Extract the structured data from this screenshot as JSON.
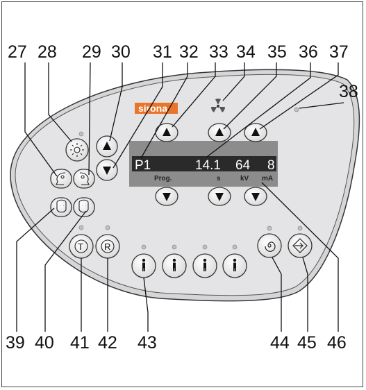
{
  "brand": {
    "logo_text": "sirona",
    "color": "#e8752a"
  },
  "display": {
    "values": {
      "program": "P1",
      "time": "14.1",
      "kv": "64",
      "ma": "8"
    },
    "units": {
      "program": "Prog.",
      "time": "s",
      "kv": "kV",
      "ma": "mA"
    }
  },
  "callouts": {
    "top": [
      "27",
      "28",
      "29",
      "30",
      "31",
      "32",
      "33",
      "34",
      "35",
      "36",
      "37"
    ],
    "right": "38",
    "bottom": [
      "39",
      "40",
      "41",
      "42",
      "43",
      "44",
      "45",
      "46"
    ]
  },
  "colors": {
    "panel": "#e2e2e4",
    "display_bg": "#2a2a2a",
    "lcd_text": "#ffffff",
    "led": "#c0c0c0",
    "line": "#222222"
  }
}
